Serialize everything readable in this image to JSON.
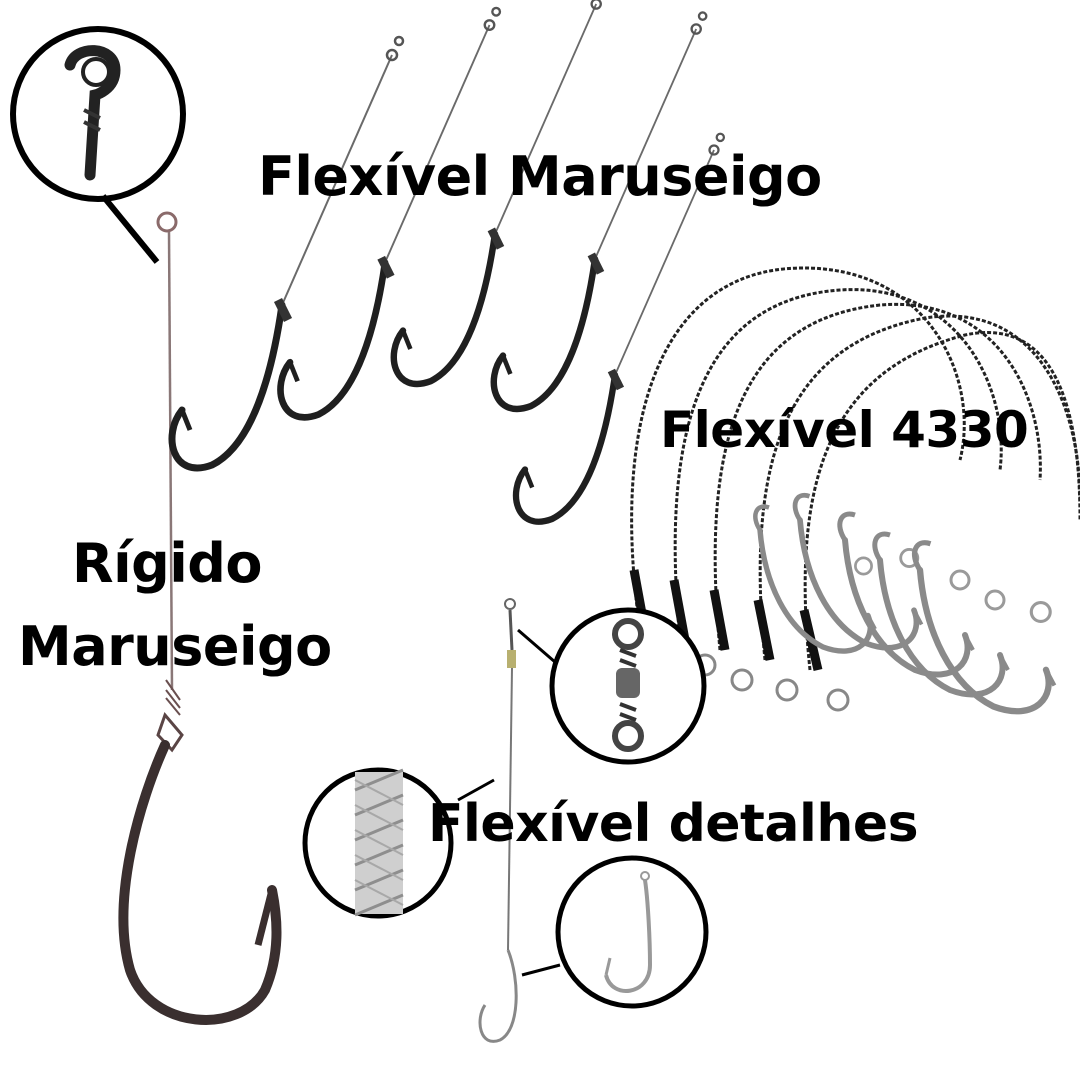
{
  "labels": {
    "flexivel_maruseigo": "Flexível Maruseigo",
    "flexivel_4330": "Flexível 4330",
    "rigido_line1": "Rígido",
    "rigido_line2": "Maruseigo",
    "flexivel_detalhes": "Flexível detalhes"
  },
  "colors": {
    "background": "#ffffff",
    "text": "#000000",
    "dark_hook": "#2a2a2a",
    "silver_hook": "#8c8c8c",
    "leader_wire": "#555555"
  },
  "icons": [
    "rigid-leader-hook",
    "flexible-maruseigo-hooks",
    "flexible-4330-hooks",
    "flexible-detail-leader",
    "ring-eye-zoom",
    "swivel-zoom",
    "braided-cable-zoom",
    "hook-zoom"
  ]
}
